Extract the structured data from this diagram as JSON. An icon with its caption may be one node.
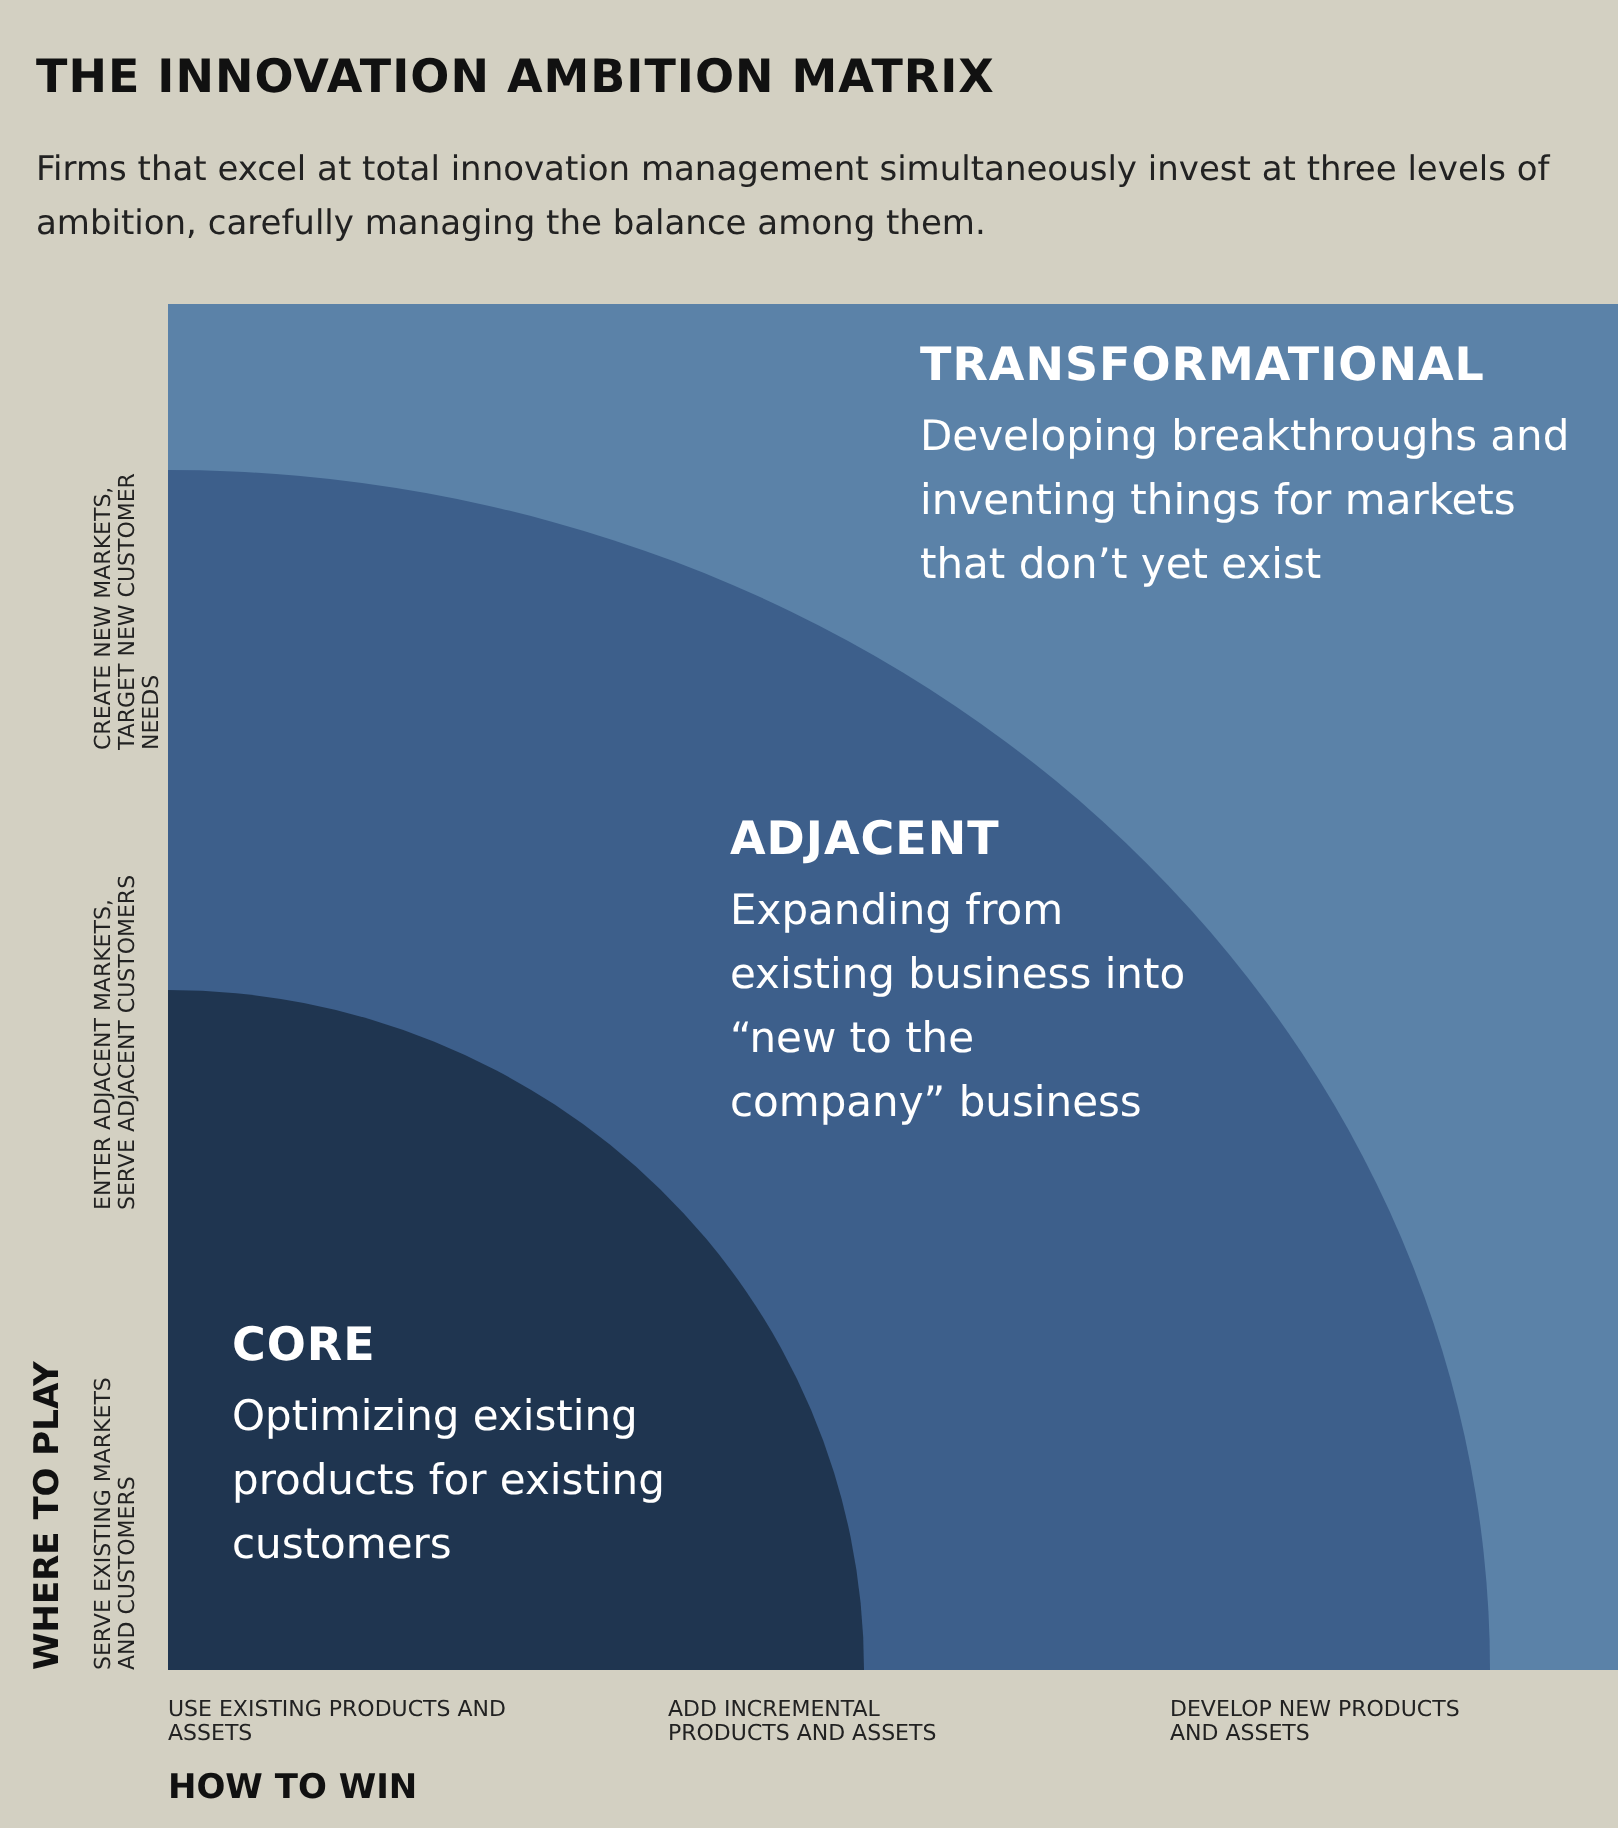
{
  "diagram": {
    "title": "THE INNOVATION AMBITION MATRIX",
    "caption": "Firms that excel at total innovation management simultaneously invest at three levels of ambition, carefully managing the balance among them.",
    "nodes": [
      {
        "text": [
          "TRANSFORMATIONAL",
          "Developing breakthroughs and inventing things for markets that don’t yet exist"
        ]
      },
      {
        "text": [
          "ADJACENT",
          "Expanding from existing business into “new to the company” business"
        ],
        "in": 0
      },
      {
        "text": [
          "CORE",
          "Optimizing existing products for existing customers"
        ],
        "in": 1
      }
    ],
    "labels": [
      "CREATE NEW MARKETS, TARGET NEW CUSTOMER NEEDS",
      "ENTER ADJACENT MARKETS, SERVE ADJACENT CUSTOMERS",
      "WHERE TO PLAY",
      "SERVE EXISTING MARKETS AND CUSTOMERS",
      "USE EXISTING PRODUCTS AND ASSETS",
      "ADD INCREMENTAL PRODUCTS AND ASSETS",
      "DEVELOP NEW PRODUCTS AND ASSETS",
      "HOW TO WIN"
    ]
  }
}
